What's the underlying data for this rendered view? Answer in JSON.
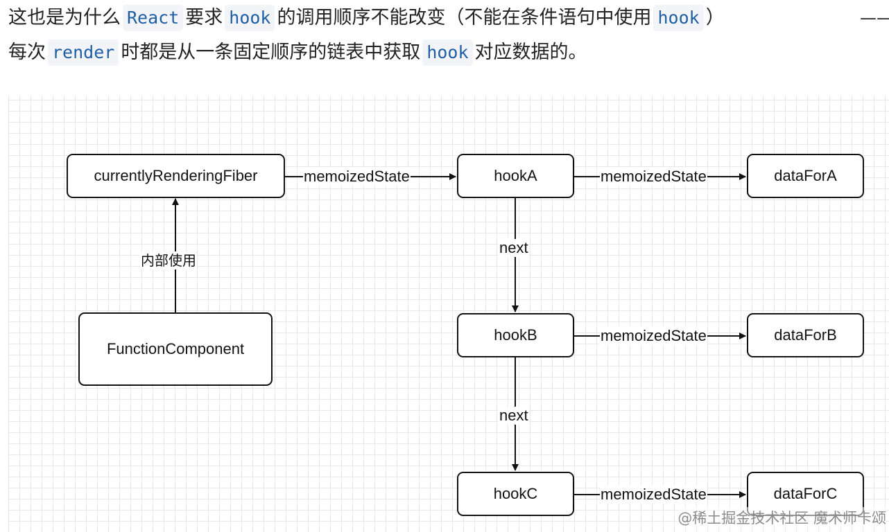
{
  "paragraph": {
    "line1": {
      "t1": "这也是为什么",
      "c1": "React",
      "t2": "要求",
      "c2": "hook",
      "t3": "的调用顺序不能改变（不能在条件语句中使用",
      "c3": "hook",
      "t4": "）",
      "dash": "——"
    },
    "line2": {
      "t1": "每次",
      "c1": "render",
      "t2": "时都是从一条固定顺序的链表中获取",
      "c2": "hook",
      "t3": "对应数据的。"
    }
  },
  "diagram": {
    "nodes": {
      "fiber": "currentlyRenderingFiber",
      "component": "FunctionComponent",
      "hookA": "hookA",
      "hookB": "hookB",
      "hookC": "hookC",
      "dataA": "dataForA",
      "dataB": "dataForB",
      "dataC": "dataForC"
    },
    "labels": {
      "fiber_to_hookA": "memoizedState",
      "hookA_to_dataA": "memoizedState",
      "hookB_to_dataB": "memoizedState",
      "hookC_to_dataC": "memoizedState",
      "hookA_to_hookB": "next",
      "hookB_to_hookC": "next",
      "component_to_fiber": "内部使用"
    }
  },
  "watermark": "@稀土掘金技术社区 魔术师卡颂"
}
